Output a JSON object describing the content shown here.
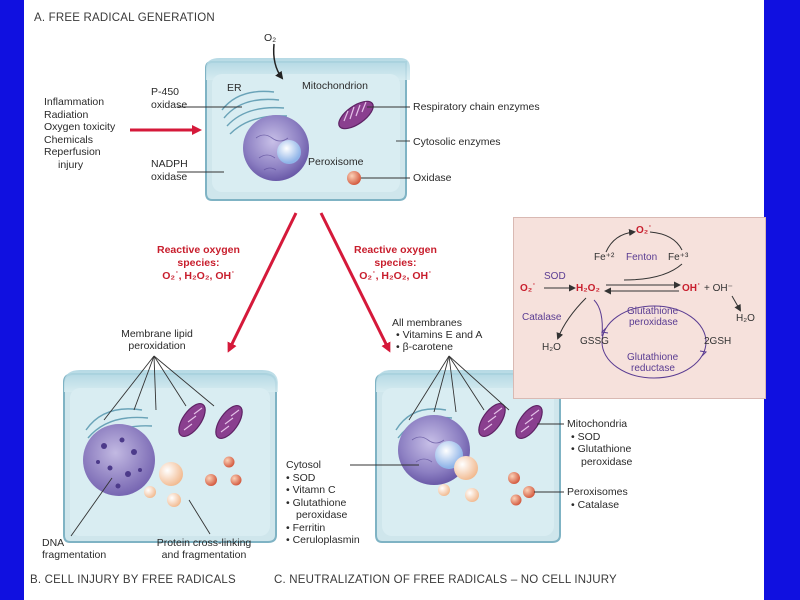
{
  "sections": {
    "a": "A. FREE RADICAL GENERATION",
    "b": "B. CELL INJURY BY FREE RADICALS",
    "c": "C. NEUTRALIZATION OF FREE RADICALS – NO CELL INJURY"
  },
  "cell_a": {
    "o2": "O₂",
    "er": "ER",
    "p450": "P-450",
    "p450_oxidase": "oxidase",
    "nadph": "NADPH",
    "nadph_oxidase": "oxidase",
    "mitochondrion": "Mitochondrion",
    "peroxisome": "Peroxisome",
    "respiratory": "Respiratory chain enzymes",
    "cytosolic": "Cytosolic enzymes",
    "oxidase": "Oxidase",
    "causes": [
      "Inflammation",
      "Radiation",
      "Oxygen toxicity",
      "Chemicals",
      "Reperfusion",
      "injury"
    ]
  },
  "ros": {
    "line1": "Reactive oxygen",
    "line2": "species:",
    "line3": "O₂˙, H₂O₂, OH˙"
  },
  "cell_b": {
    "membrane_lipid": "Membrane lipid",
    "peroxidation": "peroxidation",
    "dna": "DNA",
    "dna_frag": "fragmentation",
    "protein": "Protein cross-linking",
    "protein_frag": "and fragmentation"
  },
  "cell_c": {
    "all_membranes": "All membranes",
    "vit": "• Vitamins E and A",
    "carotene": "• β-carotene",
    "cytosol_title": "Cytosol",
    "cytosol_items": [
      "• SOD",
      "• Vitamn C",
      "• Glutathione",
      "peroxidase",
      "• Ferritin",
      "• Ceruloplasmin"
    ],
    "mito_title": "Mitochondria",
    "mito_items": [
      "• SOD",
      "• Glutathione",
      "peroxidase"
    ],
    "perox_title": "Peroxisomes",
    "perox_items": [
      "• Catalase"
    ]
  },
  "panel": {
    "o2_top": "O₂˙",
    "fe2": "Fe⁺²",
    "fenton": "Fenton",
    "fe3": "Fe⁺³",
    "sod": "SOD",
    "o2_left": "O₂˙",
    "h2o2": "H₂O₂",
    "oh": "OH˙",
    "plus_oh": "+ OH⁻",
    "catalase": "Catalase",
    "gpx1": "Glutathione",
    "gpx2": "peroxidase",
    "h2o_left": "H₂O",
    "h2o_right": "H₂O",
    "gssg": "GSSG",
    "gsh": "2GSH",
    "gr1": "Glutathione",
    "gr2": "reductase"
  },
  "colors": {
    "border": "#1010e0",
    "arrow_red": "#d5193a",
    "cell_fill": "#c9e3ea",
    "panel_bg": "#f6e1dc"
  }
}
